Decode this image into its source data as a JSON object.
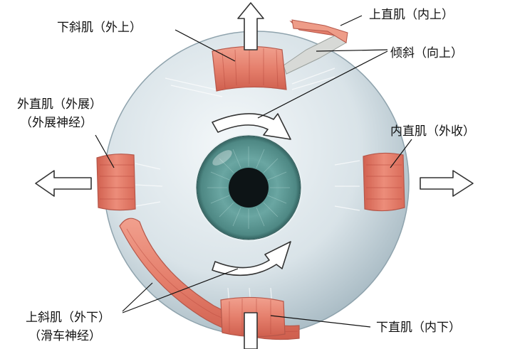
{
  "labels": {
    "inferior_oblique": "下斜肌（外上）",
    "superior_rectus": "上直肌（内上）",
    "tilt": "倾斜（向上）",
    "lateral_rectus": "外直肌（外展）",
    "lateral_rectus_nerve": "（外展神经）",
    "medial_rectus": "内直肌（外收）",
    "superior_oblique": "上斜肌（外下）",
    "superior_oblique_nerve": "（滑车神经）",
    "inferior_rectus": "下直肌（内下）"
  },
  "colors": {
    "sclera": "#e2eaee",
    "muscle": "#e57f6c",
    "iris": "#5e9c98",
    "pupil": "#0d1416"
  }
}
